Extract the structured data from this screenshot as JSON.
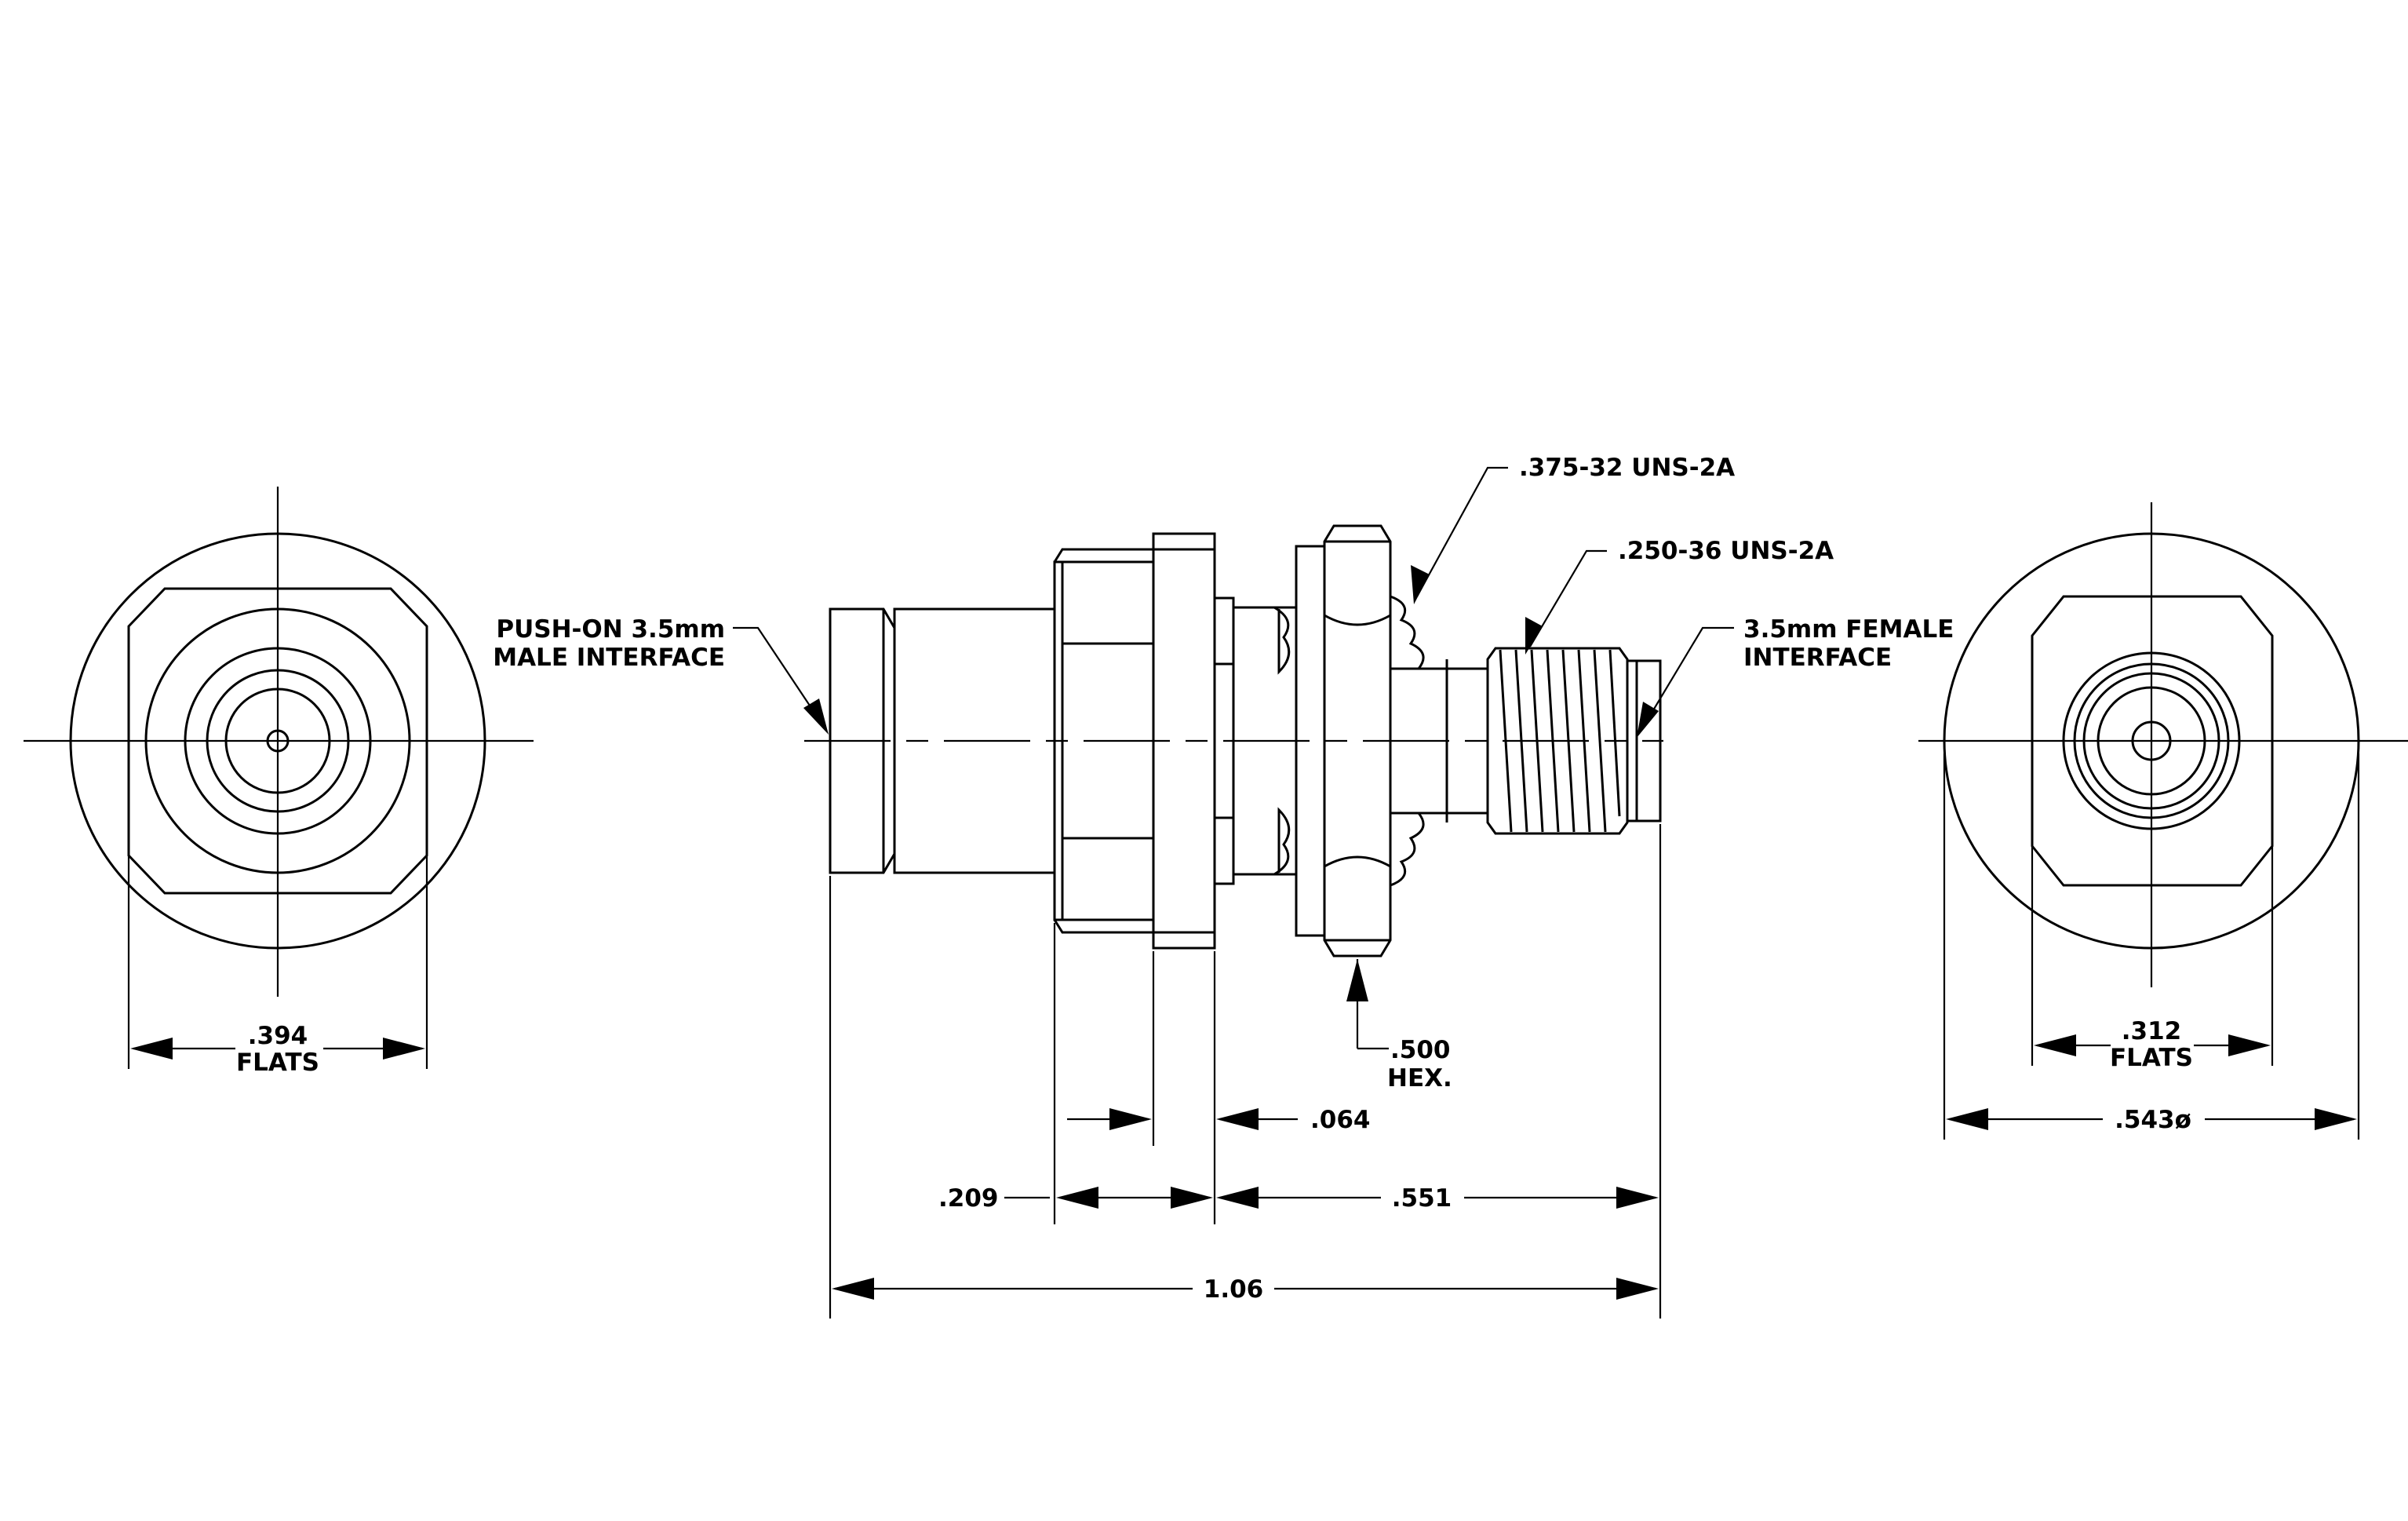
{
  "labels": {
    "push_on_line1": "PUSH-ON 3.5mm",
    "push_on_line2": "MALE INTERFACE",
    "thread_375": ".375-32 UNS-2A",
    "thread_250": ".250-36 UNS-2A",
    "female_line1": "3.5mm FEMALE",
    "female_line2": "INTERFACE",
    "hex_value": ".500",
    "hex_unit": "HEX."
  },
  "dimensions": {
    "left_flats_value": ".394",
    "left_flats_unit": "FLATS",
    "right_flats_value": ".312",
    "right_flats_unit": "FLATS",
    "right_diameter": ".543ø",
    "dim_064": ".064",
    "dim_209": ".209",
    "dim_551": ".551",
    "overall_length": "1.06"
  }
}
